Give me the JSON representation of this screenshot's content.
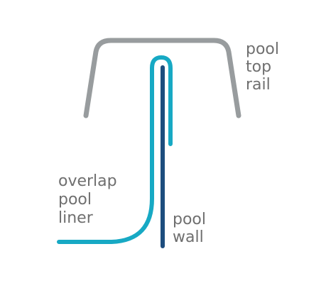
{
  "diagram": {
    "colors": {
      "rail": "#989c9e",
      "liner": "#17a9c4",
      "wall": "#1d4d7e",
      "label_text": "#6f6f6f",
      "background": "#ffffff"
    },
    "labels": {
      "rail": [
        "pool",
        "top",
        "rail"
      ],
      "liner": [
        "overlap",
        "pool",
        "liner"
      ],
      "wall": [
        "pool",
        "wall"
      ]
    }
  }
}
